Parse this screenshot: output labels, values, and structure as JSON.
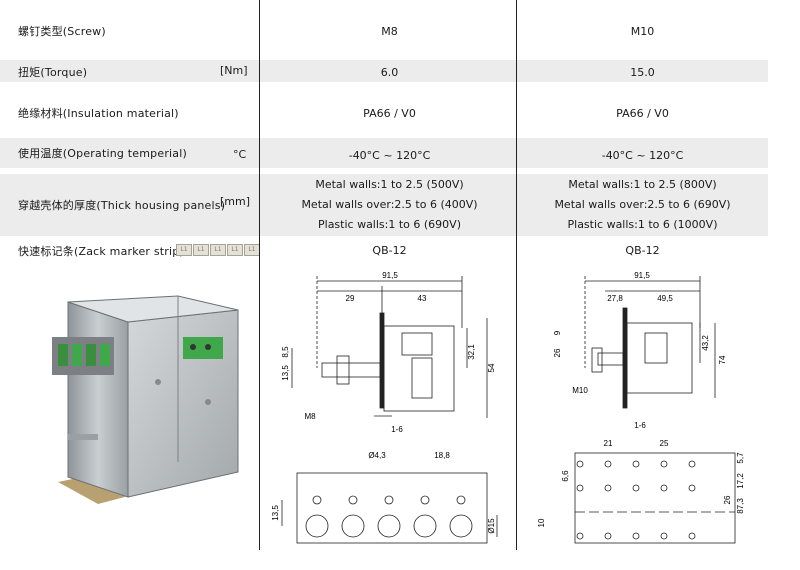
{
  "rows": {
    "screw": {
      "label": "螺钉类型(Screw)",
      "unit": "",
      "m8": "M8",
      "m10": "M10"
    },
    "torque": {
      "label": "扭矩(Torque)",
      "unit": "[Nm]",
      "m8": "6.0",
      "m10": "15.0"
    },
    "insulation": {
      "label": "绝缘材料(Insulation material)",
      "unit": "",
      "m8": "PA66 / V0",
      "m10": "PA66 / V0"
    },
    "temp": {
      "label": "使用温度(Operating temperial)",
      "unit": "°C",
      "m8": "-40°C ~ 120°C",
      "m10": "-40°C ~ 120°C"
    },
    "housing": {
      "label": "穿越壳体的厚度(Thick housing panels)",
      "unit": "[mm]",
      "m8": [
        "Metal walls:1 to 2.5 (500V)",
        "Metal walls over:2.5 to 6 (400V)",
        "Plastic walls:1 to 6    (690V)"
      ],
      "m10": [
        "Metal walls:1 to 2.5 (800V)",
        "Metal walls over:2.5 to 6 (690V)",
        "Plastic walls:1 to 6    (1000V)"
      ]
    },
    "marker": {
      "label": "快速标记条(Zack marker strip)",
      "m8": "QB-12",
      "m10": "QB-12",
      "strip_tag": "L1"
    }
  },
  "drawing_m8": {
    "overall": "91,5",
    "left_dim": "29",
    "right_dim": "43",
    "h1": "32,1",
    "h2": "54",
    "side1": "13,5",
    "side2": "8,5",
    "screw": "M8",
    "wall": "1-6",
    "hole": "Ø4,3",
    "pitch": "18,8",
    "base_h": "13,5",
    "big_hole": "Ø15"
  },
  "drawing_m10": {
    "overall": "91,5",
    "left_dim": "27,8",
    "right_dim": "49,5",
    "h1": "43,2",
    "h2": "74",
    "side1": "26",
    "side2": "9",
    "screw": "M10",
    "wall": "1-6",
    "p1": "21",
    "p2": "25",
    "v1": "6,6",
    "v2": "5,7",
    "v3": "17,2",
    "v4": "26",
    "v5": "87,3",
    "v6": "10"
  },
  "colors": {
    "shade": "#ececec",
    "terminal_green": "#3fa84a",
    "metal": "#b9bec2"
  }
}
